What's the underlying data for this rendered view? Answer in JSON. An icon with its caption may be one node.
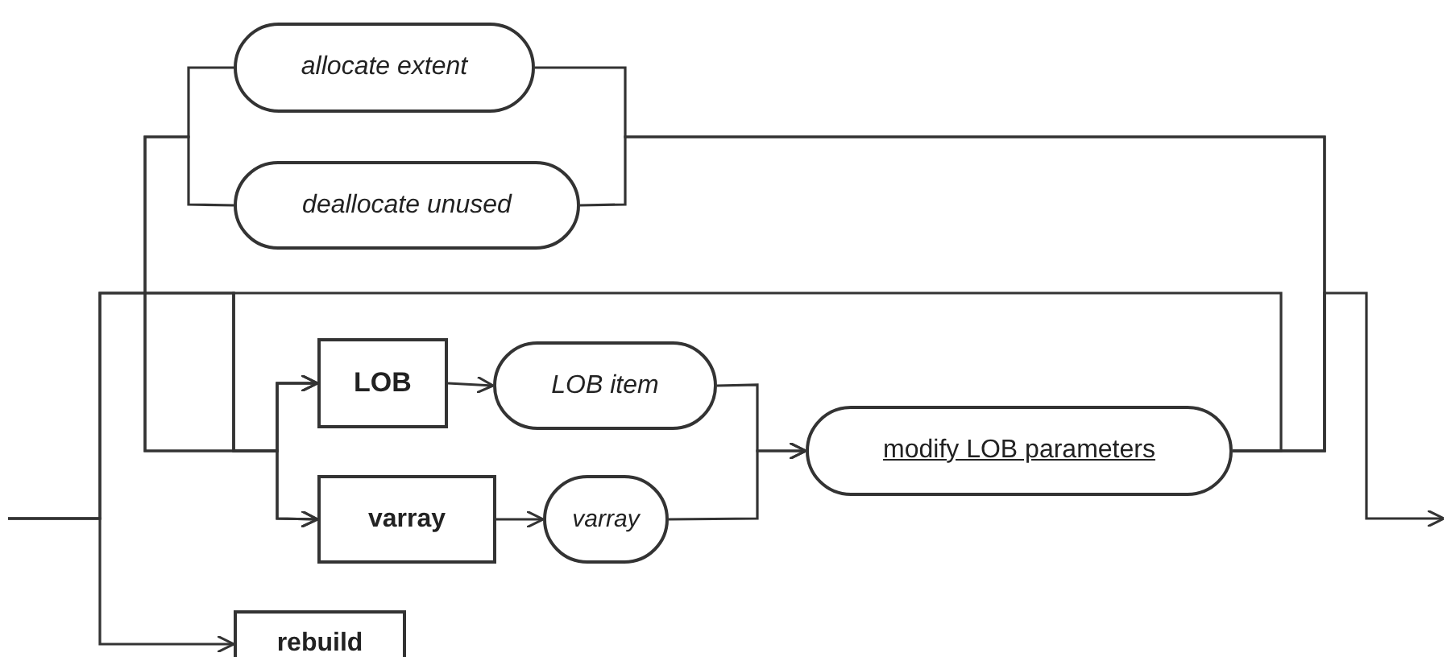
{
  "diagram": {
    "nodes": [
      {
        "text": [
          "allocate extent"
        ]
      },
      {
        "text": [
          "deallocate unused"
        ]
      },
      {
        "text": [
          "LOB"
        ]
      },
      {
        "text": [
          "LOB item"
        ]
      },
      {
        "text": [
          "varray"
        ]
      },
      {
        "text": [
          "varray"
        ]
      },
      {
        "text": [
          "modify LOB parameters"
        ]
      },
      {
        "text": [
          "rebuild"
        ]
      }
    ],
    "edges": [
      {
        "from": null,
        "to": 2,
        "arrow": "to"
      },
      {
        "from": null,
        "to": 4,
        "arrow": "to"
      },
      {
        "from": null,
        "to": 7,
        "arrow": "to"
      },
      {
        "from": 2,
        "to": 3,
        "arrow": "to"
      },
      {
        "from": 4,
        "to": 5,
        "arrow": "to"
      },
      {
        "from": 3,
        "to": 6,
        "arrow": "to"
      },
      {
        "from": 5,
        "to": 6,
        "arrow": "to"
      },
      {
        "from": 6,
        "to": 0,
        "arrow": "none"
      },
      {
        "from": 6,
        "to": 1,
        "arrow": "none"
      },
      {
        "from": 0,
        "to": 2,
        "arrow": "to"
      },
      {
        "from": 1,
        "to": 4,
        "arrow": "to"
      },
      {
        "from": 6,
        "to": 2,
        "arrow": "none"
      },
      {
        "from": 6,
        "to": null,
        "arrow": "to"
      }
    ]
  }
}
